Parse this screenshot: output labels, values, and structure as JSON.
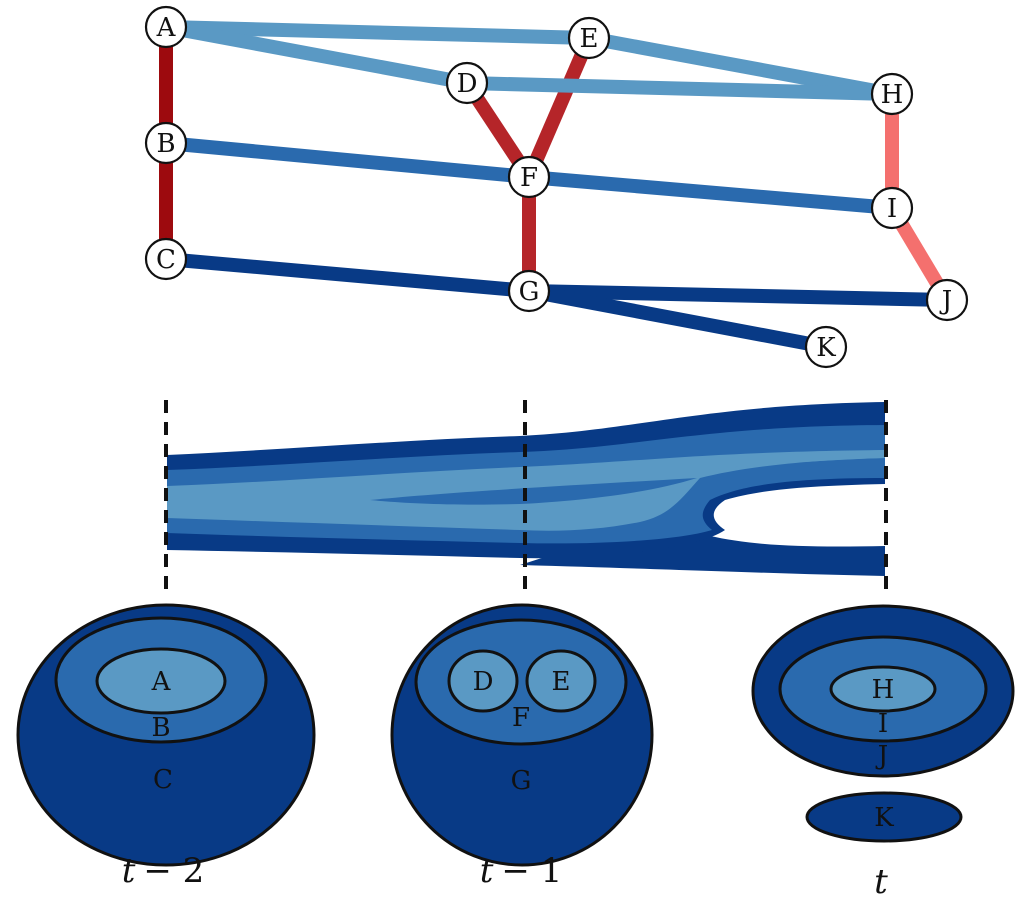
{
  "colors": {
    "dark_red": "#9d0a0e",
    "mid_red": "#b52529",
    "light_red": "#f4706e",
    "light_blue": "#5a99c4",
    "mid_blue": "#2a6aae",
    "dark_blue": "#083a86"
  },
  "nodes": [
    {
      "id": "A",
      "label": "A"
    },
    {
      "id": "B",
      "label": "B"
    },
    {
      "id": "C",
      "label": "C"
    },
    {
      "id": "D",
      "label": "D"
    },
    {
      "id": "E",
      "label": "E"
    },
    {
      "id": "F",
      "label": "F"
    },
    {
      "id": "G",
      "label": "G"
    },
    {
      "id": "H",
      "label": "H"
    },
    {
      "id": "I",
      "label": "I"
    },
    {
      "id": "J",
      "label": "J"
    },
    {
      "id": "K",
      "label": "K"
    }
  ],
  "edges": [
    {
      "from": "A",
      "to": "B",
      "color": "dark_red"
    },
    {
      "from": "B",
      "to": "C",
      "color": "dark_red"
    },
    {
      "from": "D",
      "to": "F",
      "color": "mid_red"
    },
    {
      "from": "E",
      "to": "F",
      "color": "mid_red"
    },
    {
      "from": "F",
      "to": "G",
      "color": "mid_red"
    },
    {
      "from": "H",
      "to": "I",
      "color": "light_red"
    },
    {
      "from": "I",
      "to": "J",
      "color": "light_red"
    },
    {
      "from": "A",
      "to": "E",
      "color": "light_blue"
    },
    {
      "from": "A",
      "to": "D",
      "color": "light_blue"
    },
    {
      "from": "E",
      "to": "H",
      "color": "light_blue"
    },
    {
      "from": "D",
      "to": "H",
      "color": "light_blue"
    },
    {
      "from": "B",
      "to": "F",
      "color": "mid_blue"
    },
    {
      "from": "F",
      "to": "I",
      "color": "mid_blue"
    },
    {
      "from": "C",
      "to": "G",
      "color": "dark_blue"
    },
    {
      "from": "G",
      "to": "J",
      "color": "dark_blue"
    },
    {
      "from": "G",
      "to": "K",
      "color": "dark_blue"
    }
  ],
  "snapshots": [
    {
      "label": "t − 2",
      "prefix": "t",
      "suffix": "− 2",
      "groups": [
        "A",
        "B",
        "C"
      ]
    },
    {
      "label": "t − 1",
      "prefix": "t",
      "suffix": "− 1",
      "groups": [
        "D",
        "E",
        "F",
        "G"
      ]
    },
    {
      "label": "t",
      "prefix": "t",
      "suffix": "",
      "groups": [
        "H",
        "I",
        "J",
        "K"
      ]
    }
  ]
}
